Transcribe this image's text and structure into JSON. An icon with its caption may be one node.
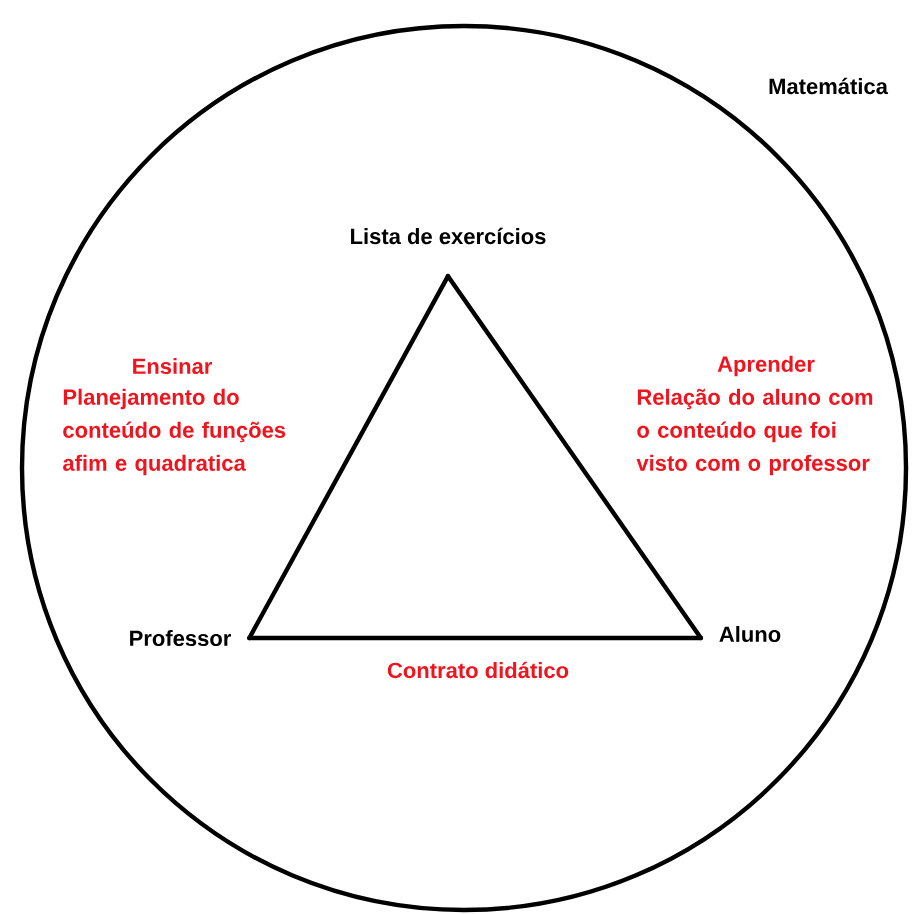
{
  "diagram": {
    "nodes": [
      {
        "text": [
          "Matemática"
        ]
      },
      {
        "text": [
          "Lista de exercícios"
        ],
        "in": 0
      },
      {
        "text": [
          "Professor"
        ],
        "in": 0
      },
      {
        "text": [
          "Aluno"
        ],
        "in": 0
      }
    ],
    "edges": [
      {
        "from": 1,
        "to": 2,
        "arrow": "none"
      },
      {
        "from": 2,
        "to": 3,
        "arrow": "none",
        "label": "Contrato didático"
      },
      {
        "from": 3,
        "to": 1,
        "arrow": "none"
      }
    ],
    "labels": [
      "Ensinar",
      "Planejamento do conteúdo de funções afim e quadratica",
      "Aprender",
      "Relação do aluno com o conteúdo que foi visto com o professor"
    ]
  }
}
